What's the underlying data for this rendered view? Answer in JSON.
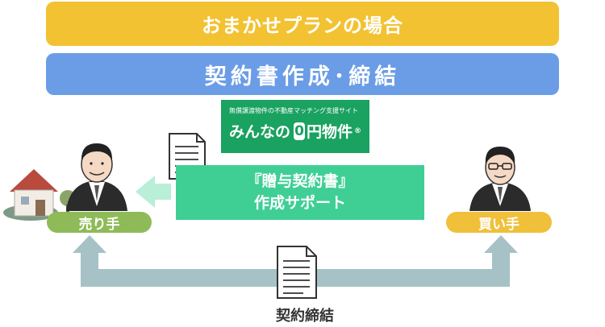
{
  "banners": {
    "plan": "おまかせプランの場合",
    "contract": "契約書作成･締結"
  },
  "logo": {
    "subtitle": "無償譲渡物件の不動産マッチング支援サイト",
    "name_prefix": "みんなの",
    "name_zero": "0",
    "name_suffix": "円物件",
    "registered": "®"
  },
  "support_box": {
    "line1": "『贈与契約書』",
    "line2": "作成サポート"
  },
  "labels": {
    "seller": "売り手",
    "buyer": "買い手",
    "contract_signing": "契約締結"
  },
  "colors": {
    "plan_banner": "#f2c232",
    "contract_banner": "#6b9de6",
    "logo_green": "#1aa260",
    "support_green": "#3fcf95",
    "seller_green": "#8ebb58",
    "buyer_yellow": "#f0c03a",
    "arrow_gray": "#a6c2c6"
  },
  "icons": [
    "house-icon",
    "seller-person-icon",
    "buyer-person-icon",
    "document-icon",
    "contract-document-icon",
    "arrow-left-icon",
    "return-arrow-icon"
  ]
}
